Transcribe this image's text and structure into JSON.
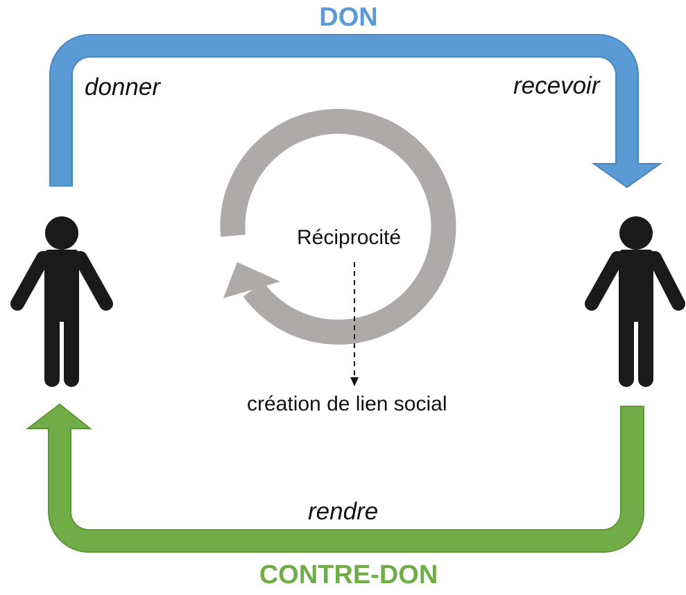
{
  "labels": {
    "don": "DON",
    "contre_don": "CONTRE-DON",
    "donner": "donner",
    "recevoir": "recevoir",
    "rendre": "rendre",
    "reciprocite": "Réciprocité",
    "lien_social": "création de lien social"
  },
  "colors": {
    "don": "#5b9bd5",
    "contre_don": "#70ad47",
    "cycle": "#aeaaaa",
    "figure": "#1a1a1a"
  },
  "icons": [
    "person-icon",
    "cycle-arrow-icon",
    "dashed-arrow-icon"
  ]
}
